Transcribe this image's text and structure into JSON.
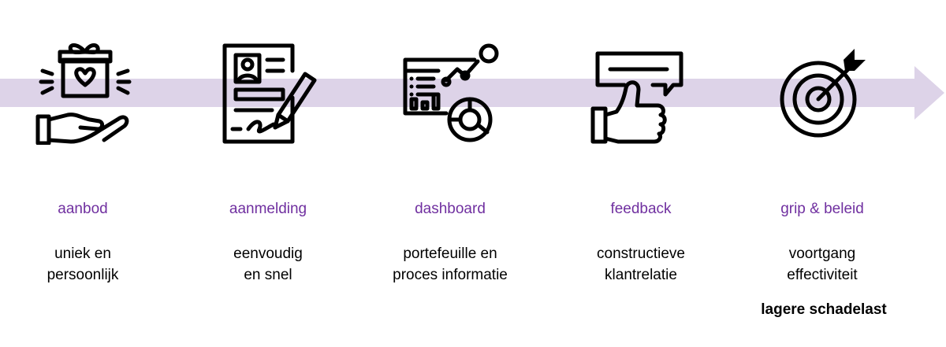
{
  "steps": [
    {
      "title": "aanbod",
      "desc": [
        "uniek en",
        "persoonlijk"
      ],
      "icon": "gift-in-hand-icon"
    },
    {
      "title": "aanmelding",
      "desc": [
        "eenvoudig",
        "en snel"
      ],
      "icon": "signed-form-icon"
    },
    {
      "title": "dashboard",
      "desc": [
        "portefeuille en",
        "proces informatie"
      ],
      "icon": "dashboard-icon"
    },
    {
      "title": "feedback",
      "desc": [
        "constructieve",
        "klantrelatie"
      ],
      "icon": "thumbs-up-feedback-icon"
    },
    {
      "title": "grip & beleid",
      "desc": [
        "voortgang",
        "effectiviteit"
      ],
      "icon": "target-icon"
    }
  ],
  "footer": "lagere schadelast",
  "colors": {
    "arrow": "#ddd3e8",
    "title": "#7030a0",
    "text": "#000000"
  }
}
